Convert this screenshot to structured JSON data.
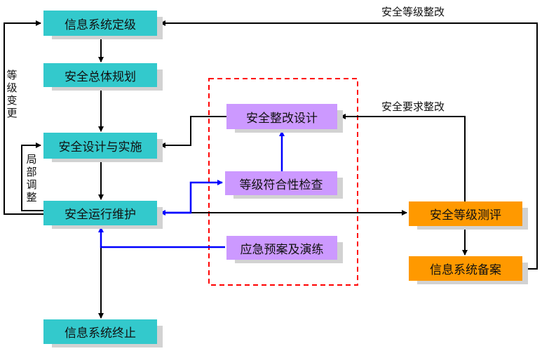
{
  "boxes": {
    "rating": "信息系统定级",
    "planning": "安全总体规划",
    "design_impl": "安全设计与实施",
    "operation": "安全运行维护",
    "termination": "信息系统终止",
    "rectify_design": "安全整改设计",
    "compliance_check": "等级符合性检查",
    "emergency": "应急预案及演练",
    "evaluation": "安全等级测评",
    "filing": "信息系统备案"
  },
  "labels": {
    "level_rectify": "安全等级整改",
    "requirement_rectify": "安全要求整改",
    "level_change": "等级变更",
    "local_adjust": "局部调整"
  },
  "colors": {
    "teal": "#33C9CC",
    "purple": "#CC99FF",
    "orange": "#FF9900",
    "blue_arrow": "#0000FF",
    "dashed_frame": "#FF0000"
  }
}
